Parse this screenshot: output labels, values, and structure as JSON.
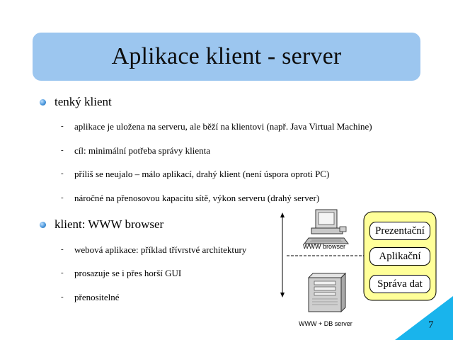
{
  "title": "Aplikace klient - server",
  "sections": [
    {
      "label": "tenký klient",
      "items": [
        "aplikace je uložena na serveru, ale běží na klientovi (např. Java Virtual Machine)",
        "cíl: minimální potřeba správy klienta",
        "příliš se neujalo  – málo aplikací, drahý klient (není úspora oproti PC)",
        "náročné na přenosovou kapacitu sítě, výkon serveru (drahý server)"
      ]
    },
    {
      "label": "klient: WWW browser",
      "items": [
        "webová aplikace: příklad třívrstvé architektury",
        "prosazuje se i přes horší GUI",
        "přenositelné"
      ]
    }
  ],
  "diagram": {
    "client_caption": "WWW browser",
    "server_caption": "WWW + DB server",
    "layers": [
      "Prezentační",
      "Aplikační",
      "Správa dat"
    ],
    "colors": {
      "layers_box": "#ffff99",
      "corner": "#19b4ec"
    }
  },
  "page_number": "7"
}
